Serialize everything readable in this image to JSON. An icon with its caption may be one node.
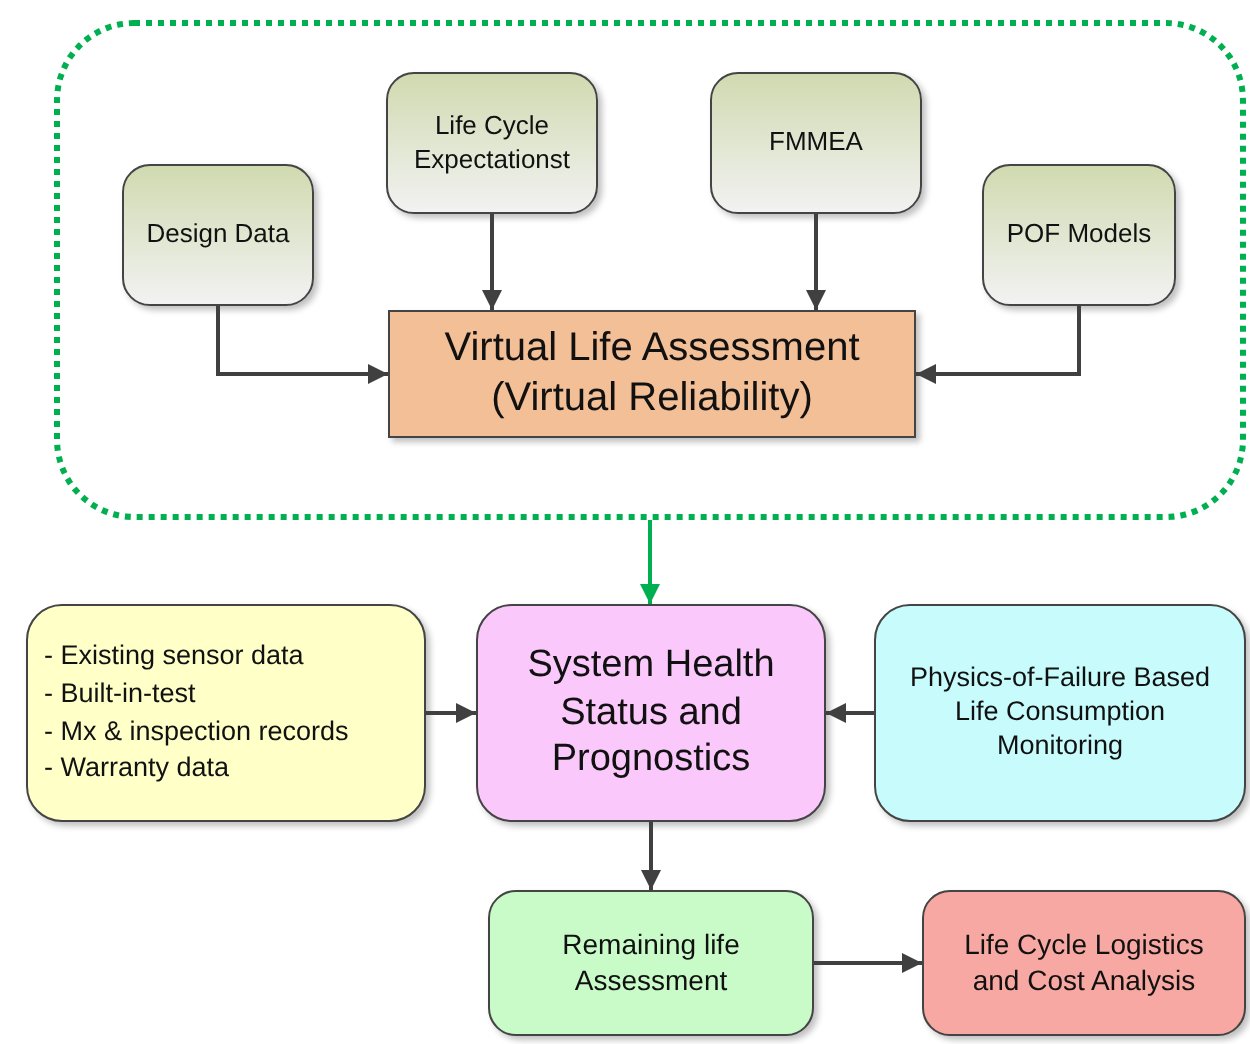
{
  "diagram": {
    "nodes": [
      {
        "text": [],
        "shape": "box"
      },
      {
        "text": [
          "Design Data"
        ],
        "in": 0
      },
      {
        "text": [
          "Life Cycle Expectationst"
        ],
        "in": 0
      },
      {
        "text": [
          "FMMEA"
        ],
        "in": 0
      },
      {
        "text": [
          "POF Models"
        ],
        "in": 0
      },
      {
        "text": [
          "Virtual Life Assessment (Virtual Reliability)"
        ],
        "in": 0
      },
      {
        "text": [
          "- Existing sensor data",
          "- Built-in-test",
          "- Mx & inspection records",
          "- Warranty data"
        ]
      },
      {
        "text": [
          "System Health Status and Prognostics"
        ]
      },
      {
        "text": [
          "Physics-of-Failure Based Life Consumption Monitoring"
        ]
      },
      {
        "text": [
          "Remaining life Assessment"
        ]
      },
      {
        "text": [
          "Life Cycle Logistics and Cost Analysis"
        ]
      }
    ],
    "edges": [
      {
        "from": 1,
        "to": 5,
        "arrow": "to"
      },
      {
        "from": 2,
        "to": 5,
        "arrow": "to"
      },
      {
        "from": 3,
        "to": 5,
        "arrow": "to"
      },
      {
        "from": 4,
        "to": 5,
        "arrow": "to"
      },
      {
        "from": 0,
        "to": 7,
        "arrow": "to",
        "color": "#00b050"
      },
      {
        "from": 6,
        "to": 7,
        "arrow": "to"
      },
      {
        "from": 8,
        "to": 7,
        "arrow": "to"
      },
      {
        "from": 7,
        "to": 9,
        "arrow": "to"
      },
      {
        "from": 9,
        "to": 10,
        "arrow": "to"
      }
    ]
  }
}
